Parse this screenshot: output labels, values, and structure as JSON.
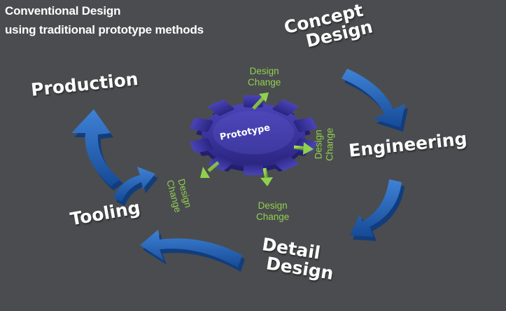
{
  "title": {
    "line1": "Conventional Design",
    "line2": "using traditional prototype methods"
  },
  "stages": {
    "concept_line1": "Concept",
    "concept_line2": "Design",
    "engineering": "Engineering",
    "detail_line1": "Detail",
    "detail_line2": "Design",
    "tooling": "Tooling",
    "production": "Production"
  },
  "hub": {
    "label": "Prototype"
  },
  "design_change": {
    "line1": "Design",
    "line2": "Change"
  },
  "colors": {
    "background": "#4b4c4f",
    "arrow_blue": "#1f5db0",
    "hub_purple": "#3b35a0",
    "change_green": "#8fd14f",
    "label_white": "#ffffff"
  }
}
